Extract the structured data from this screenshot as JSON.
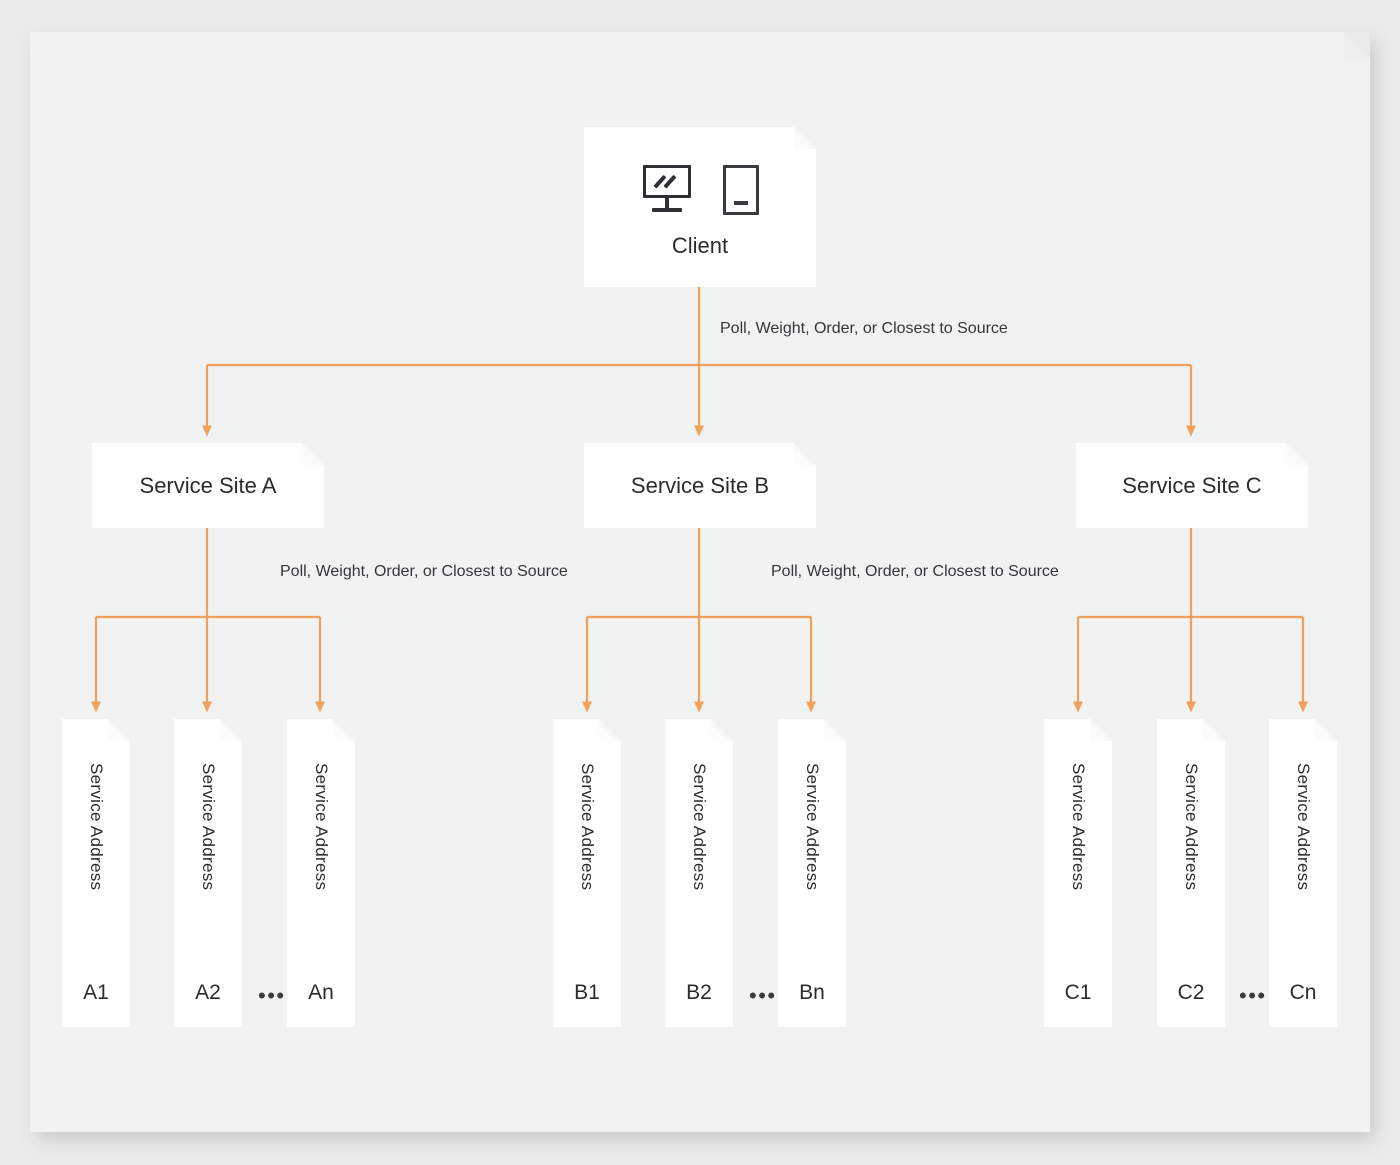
{
  "diagram": {
    "title_present": false,
    "colors": {
      "page_background": "#ebebeb",
      "panel_background": "#f0f3f2",
      "card_background": "#ffffff",
      "connector": "#f2a15a",
      "text": "#2c2c2c"
    },
    "client": {
      "label": "Client",
      "icons": [
        "monitor-icon",
        "mobile-device-icon"
      ]
    },
    "edge_labels": {
      "top": "Poll, Weight, Order, or Closest to Source",
      "site_a": "Poll, Weight, Order, or Closest to Source",
      "site_b": "Poll, Weight, Order, or Closest to Source"
    },
    "ellipsis": "•••",
    "sites": [
      {
        "id": "a",
        "label": "Service Site A",
        "addresses": [
          {
            "title": "Service Address",
            "id": "A1"
          },
          {
            "title": "Service Address",
            "id": "A2"
          },
          {
            "title": "Service Address",
            "id": "An"
          }
        ]
      },
      {
        "id": "b",
        "label": "Service Site B",
        "addresses": [
          {
            "title": "Service Address",
            "id": "B1"
          },
          {
            "title": "Service Address",
            "id": "B2"
          },
          {
            "title": "Service Address",
            "id": "Bn"
          }
        ]
      },
      {
        "id": "c",
        "label": "Service Site C",
        "addresses": [
          {
            "title": "Service Address",
            "id": "C1"
          },
          {
            "title": "Service Address",
            "id": "C2"
          },
          {
            "title": "Service Address",
            "id": "Cn"
          }
        ]
      }
    ]
  }
}
